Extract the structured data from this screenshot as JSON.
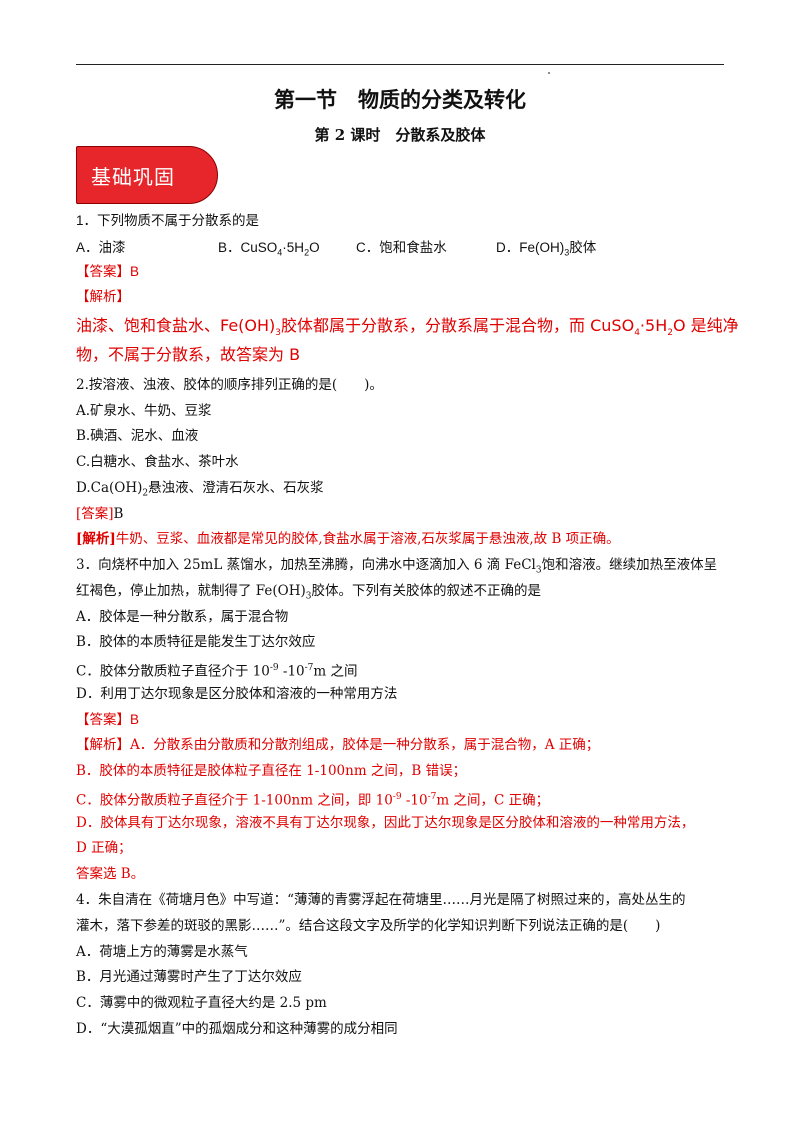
{
  "header": {
    "title": "第一节　物质的分类及转化",
    "subtitle": "第 2 课时　分散系及胶体",
    "badge": "基础巩固"
  },
  "q1": {
    "stem": "1．下列物质不属于分散系的是",
    "opt_a": "A．油漆",
    "opt_b_pre": "B．CuSO",
    "opt_b_sub": "4",
    "opt_b_post": "·5H",
    "opt_b_sub2": "2",
    "opt_b_end": "O",
    "opt_c": "C．饱和食盐水",
    "opt_d_pre": "D．Fe(OH)",
    "opt_d_sub": "3",
    "opt_d_post": "胶体",
    "answer": "【答案】B",
    "analysis_label": "【解析】",
    "analysis_l1_pre": "油漆、饱和食盐水、Fe(OH)",
    "analysis_l1_sub": "3",
    "analysis_l1_mid": "胶体都属于分散系，分散系属于混合物，而 CuSO",
    "analysis_l1_sub2": "4",
    "analysis_l1_mid2": "·5H",
    "analysis_l1_sub3": "2",
    "analysis_l1_end": "O 是纯净",
    "analysis_l2": "物，不属于分散系，故答案为 B"
  },
  "q2": {
    "stem": "2.按溶液、浊液、胶体的顺序排列正确的是(　　)。",
    "opt_a": "A.矿泉水、牛奶、豆浆",
    "opt_b": "B.碘酒、泥水、血液",
    "opt_c": "C.白糖水、食盐水、茶叶水",
    "opt_d_pre": "D.Ca(OH)",
    "opt_d_sub": "2",
    "opt_d_post": "悬浊液、澄清石灰水、石灰浆",
    "answer_label": "[答案]",
    "answer_value": "B",
    "analysis_label": "[解析]",
    "analysis": "牛奶、豆浆、血液都是常见的胶体,食盐水属于溶液,石灰浆属于悬浊液,故 B 项正确。"
  },
  "q3": {
    "stem_l1_pre": "3．向烧杯中加入 25mL 蒸馏水，加热至沸腾，向沸水中逐滴加入 6 滴 FeCl",
    "stem_l1_sub": "3",
    "stem_l1_post": "饱和溶液。继续加热至液体呈",
    "stem_l2_pre": "红褐色，停止加热，就制得了 Fe(OH)",
    "stem_l2_sub": "3",
    "stem_l2_post": "胶体。下列有关胶体的叙述不正确的是",
    "opt_a": "A．胶体是一种分散系，属于混合物",
    "opt_b": "B．胶体的本质特征是能发生丁达尔效应",
    "opt_c_pre": "C．胶体分散质粒子直径介于 10",
    "opt_c_sup1": "-9",
    "opt_c_mid": " -10",
    "opt_c_sup2": "-7",
    "opt_c_post": "m 之间",
    "opt_d": "D．利用丁达尔现象是区分胶体和溶液的一种常用方法",
    "answer": "【答案】B",
    "analysis_l1": "【解析】A．分散系由分散质和分散剂组成，胶体是一种分散系，属于混合物，A 正确；",
    "analysis_l2": "B．胶体的本质特征是胶体粒子直径在 1-100nm 之间，B 错误；",
    "analysis_l3_pre": "C．胶体分散质粒子直径介于 1-100nm 之间，即 10",
    "analysis_l3_sup1": "-9",
    "analysis_l3_mid": " -10",
    "analysis_l3_sup2": "-7",
    "analysis_l3_post": "m 之间，C 正确；",
    "analysis_l4": "D．胶体具有丁达尔现象，溶液不具有丁达尔现象，因此丁达尔现象是区分胶体和溶液的一种常用方法，",
    "analysis_l5": "D 正确；",
    "conclusion": "答案选 B。"
  },
  "q4": {
    "stem_l1": "4．朱自清在《荷塘月色》中写道：“薄薄的青雾浮起在荷塘里……月光是隔了树照过来的，高处丛生的",
    "stem_l2": "灌木，落下参差的斑驳的黑影……”。结合这段文字及所学的化学知识判断下列说法正确的是(　　)",
    "opt_a": "A．荷塘上方的薄雾是水蒸气",
    "opt_b": "B．月光通过薄雾时产生了丁达尔效应",
    "opt_c": "C．薄雾中的微观粒子直径大约是 2.5 pm",
    "opt_d": "D．“大漠孤烟直”中的孤烟成分和这种薄雾的成分相同"
  }
}
